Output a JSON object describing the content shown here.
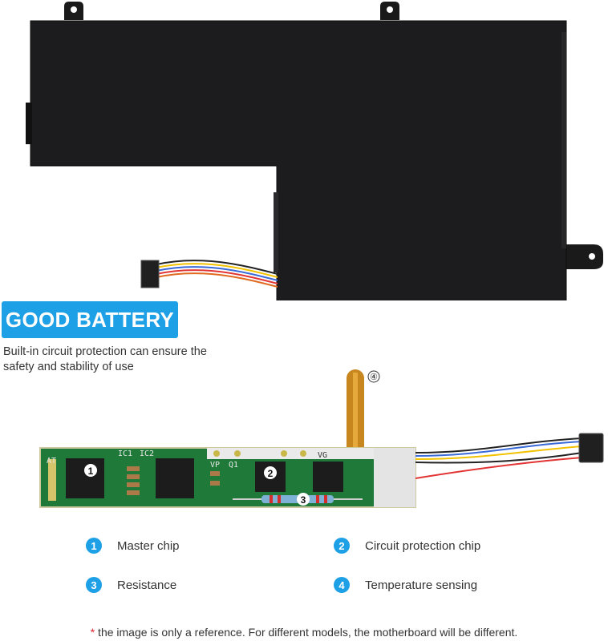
{
  "badge": {
    "title": "GOOD BATTERY"
  },
  "subtitle": {
    "text": "Built-in circuit protection can ensure the safety and stability of use"
  },
  "pcb": {
    "callout_4": "④",
    "chip_labels": {
      "at": "AT",
      "ic1": "IC1",
      "ic2": "IC2",
      "vp": "VP",
      "q1": "Q1",
      "vg": "VG"
    },
    "markers": [
      "1",
      "2",
      "3"
    ]
  },
  "legend": [
    {
      "number": "1",
      "label": "Master chip"
    },
    {
      "number": "2",
      "label": "Circuit protection chip"
    },
    {
      "number": "3",
      "label": "Resistance"
    },
    {
      "number": "4",
      "label": "Temperature sensing"
    }
  ],
  "footnote": {
    "star": "*",
    "text": " the image is only a reference. For different models, the motherboard will be different."
  },
  "colors": {
    "accent": "#1ea0e6",
    "battery": "#1d1d1f",
    "pcb": "#1f7a3a",
    "footnote_star": "#e0202e"
  }
}
